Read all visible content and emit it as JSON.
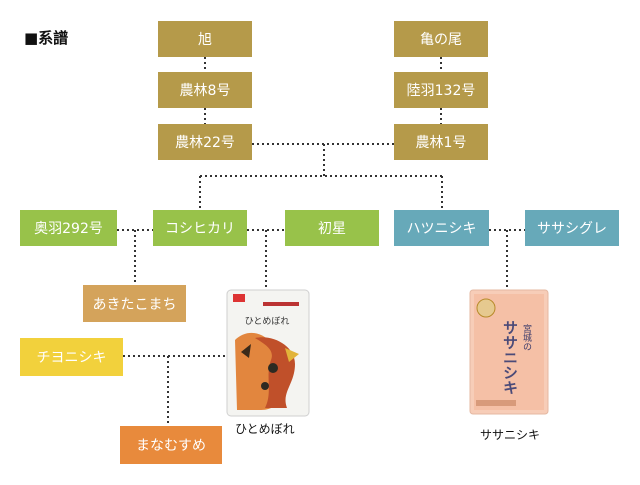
{
  "title": "■系譜",
  "nodes": {
    "asahi": "旭",
    "kamenoo": "亀の尾",
    "norin8": "農林8号",
    "rikuu132": "陸羽132号",
    "norin22": "農林22号",
    "norin1": "農林1号",
    "ou292": "奥羽292号",
    "koshihikari": "コシヒカリ",
    "hatsuboshi": "初星",
    "hatsunishiki": "ハツニシキ",
    "sasashigure": "ササシグレ",
    "akitakomachi": "あきたこまち",
    "chiyonishiki": "チヨニシキ",
    "manamusume": "まなむすめ"
  },
  "products": {
    "hitomebore": {
      "caption": "ひとめぼれ",
      "bag_text": "ひとめぼれ"
    },
    "sasanishiki": {
      "caption": "ササニシキ",
      "bag_text": "ササニシキ",
      "bag_pref": "宮城の"
    }
  },
  "colors": {
    "gold": "#b59a4a",
    "green": "#98c24a",
    "teal": "#67a9b9",
    "tan": "#d4a35b",
    "yellow": "#f2d13c",
    "orange": "#e88a3c"
  }
}
